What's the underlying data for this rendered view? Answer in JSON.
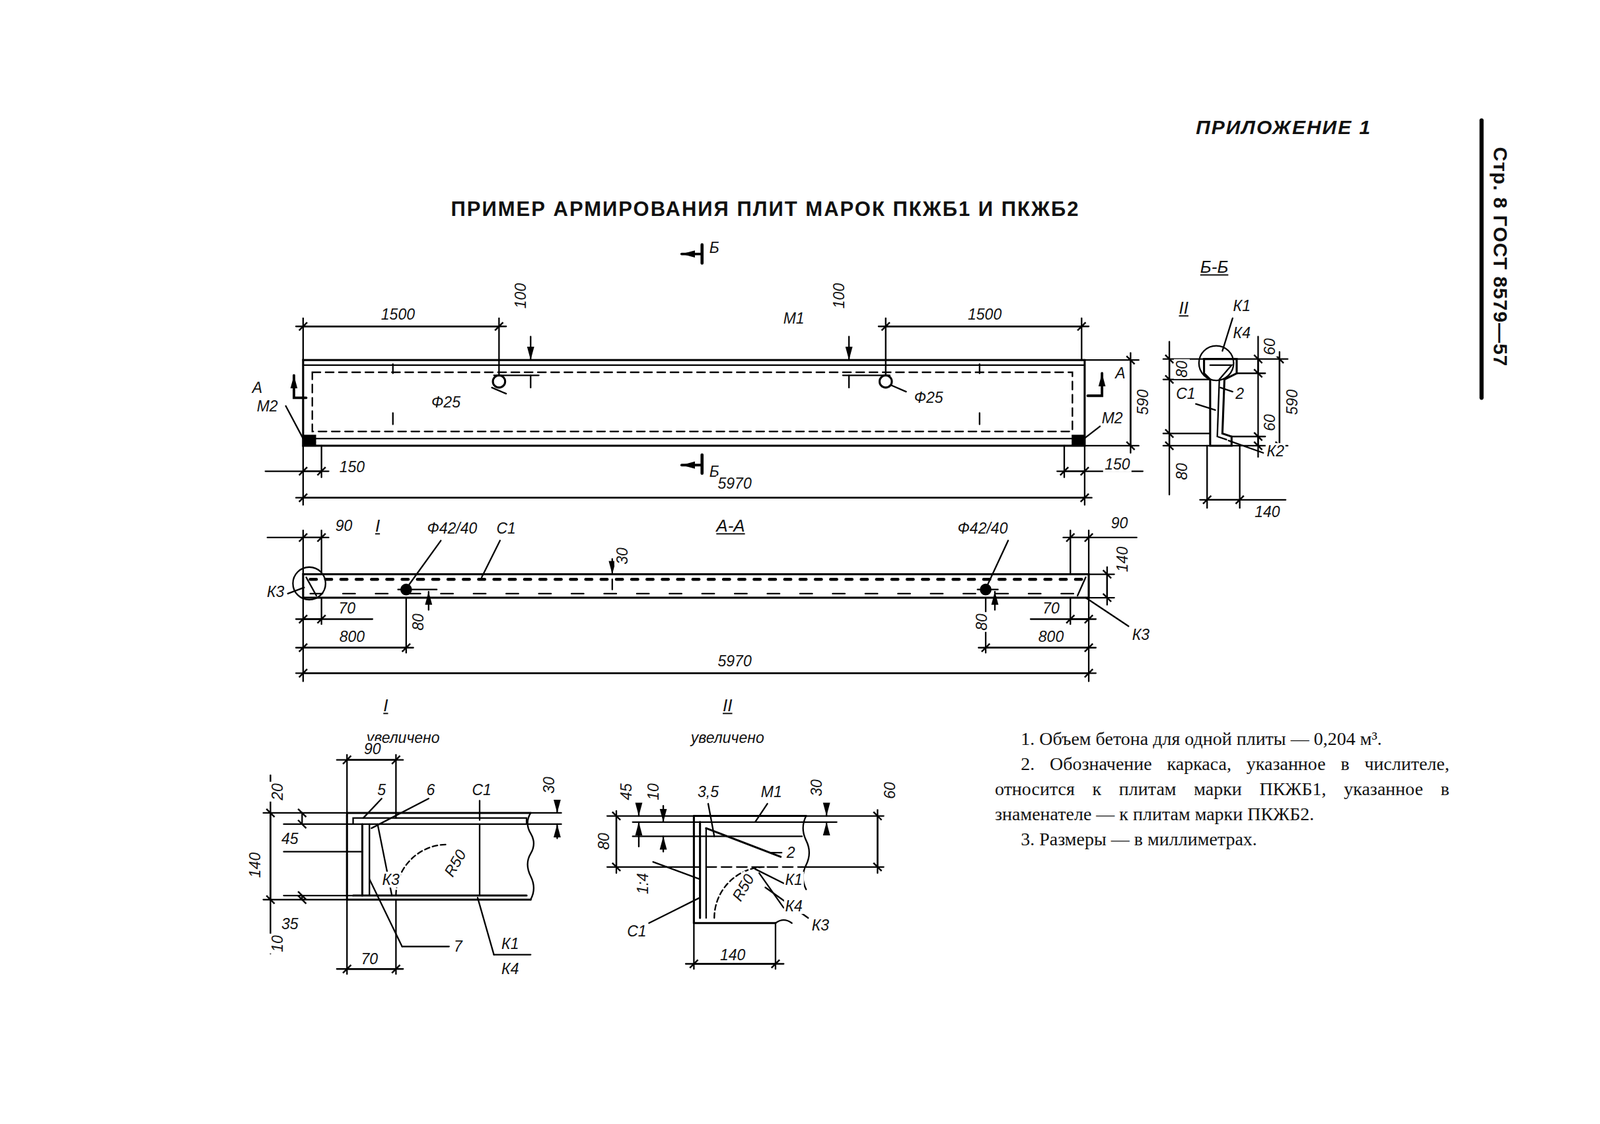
{
  "diagram": {
    "title": "ПРИМЕР АРМИРОВАНИЯ ПЛИТ МАРОК ПКЖБ1 И ПКЖБ2",
    "labels": [
      "ПРИЛОЖЕНИЕ 1",
      "Стр. 8 ГОСТ 8579—57",
      "1500",
      "100",
      "Б",
      "М1",
      "100",
      "1500",
      "А",
      "А",
      "Ф25",
      "Ф25",
      "М2",
      "М2",
      "150",
      "Б",
      "5970",
      "150",
      "Б-Б",
      "II",
      "К1",
      "К4",
      "80",
      "60",
      "590",
      "С1",
      "2",
      "590",
      "60",
      "80",
      "К2",
      "140",
      "90",
      "I",
      "Ф42/40",
      "С1",
      "А-А",
      "30",
      "Ф42/40",
      "90",
      "140",
      "К3",
      "70",
      "80",
      "80",
      "70",
      "800",
      "800",
      "К3",
      "5970",
      "I",
      "увеличено",
      "90",
      "20",
      "5",
      "6",
      "С1",
      "30",
      "45",
      "140",
      "R50",
      "К3",
      "7",
      "К1",
      "К4",
      "35",
      "10",
      "70",
      "II",
      "увеличено",
      "45",
      "10",
      "3,5",
      "М1",
      "30",
      "60",
      "80",
      "1:4",
      "2",
      "К1",
      "R50",
      "К4",
      "С1",
      "К3",
      "140",
      "1. Объем бетона для одной плиты — 0,204 м³.",
      "2. Обозначение каркаса, указанное в числителе, относится к плитам марки ПКЖБ1, указанное в знаменателе — к плитам марки ПКЖБ2.",
      "3. Размеры — в миллиметрах."
    ]
  }
}
